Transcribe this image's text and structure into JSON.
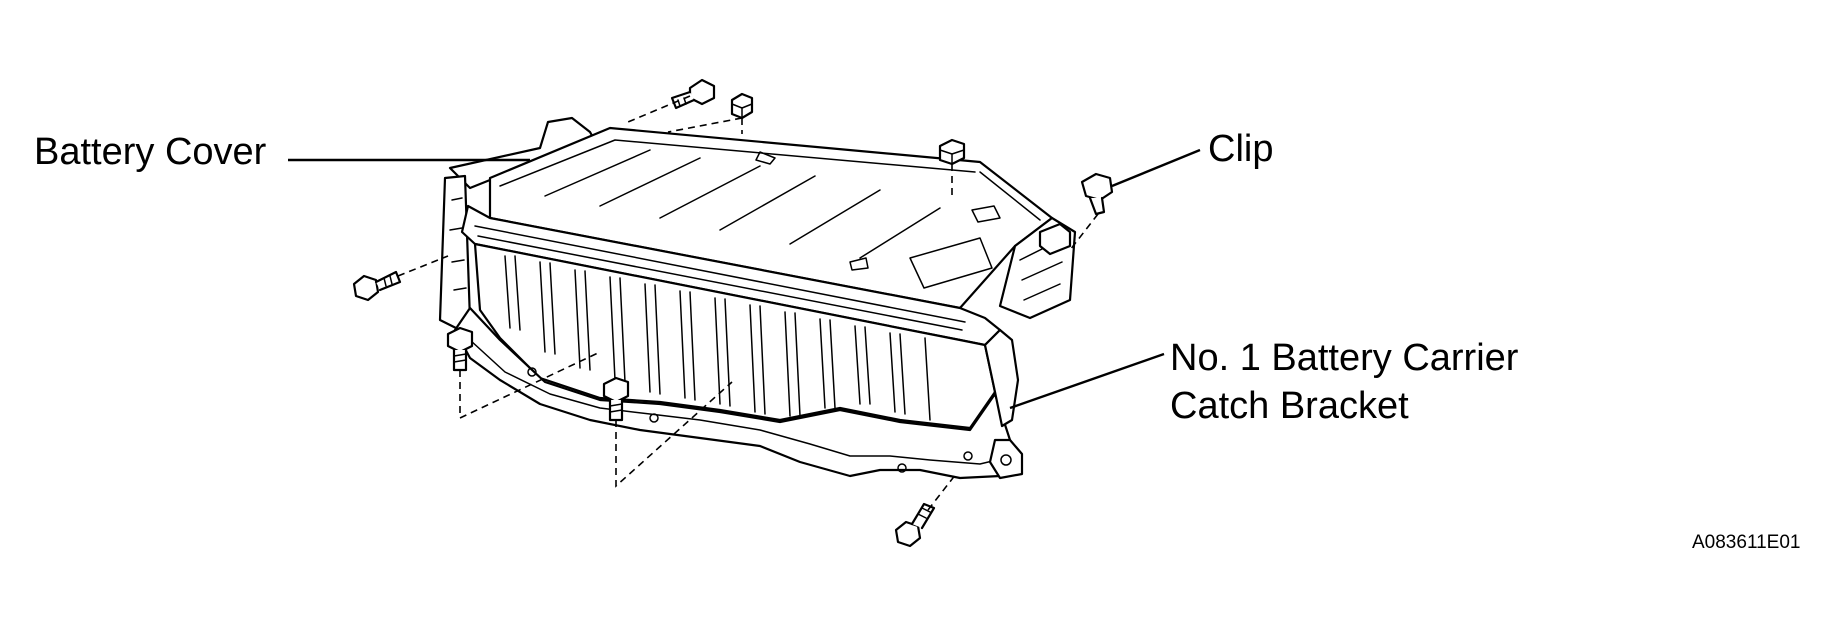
{
  "labels": {
    "battery_cover": "Battery Cover",
    "clip": "Clip",
    "bracket_line1": "No. 1 Battery Carrier",
    "bracket_line2": "Catch Bracket"
  },
  "figure_id": "A083611E01",
  "colors": {
    "ink": "#000000",
    "background": "#ffffff"
  }
}
